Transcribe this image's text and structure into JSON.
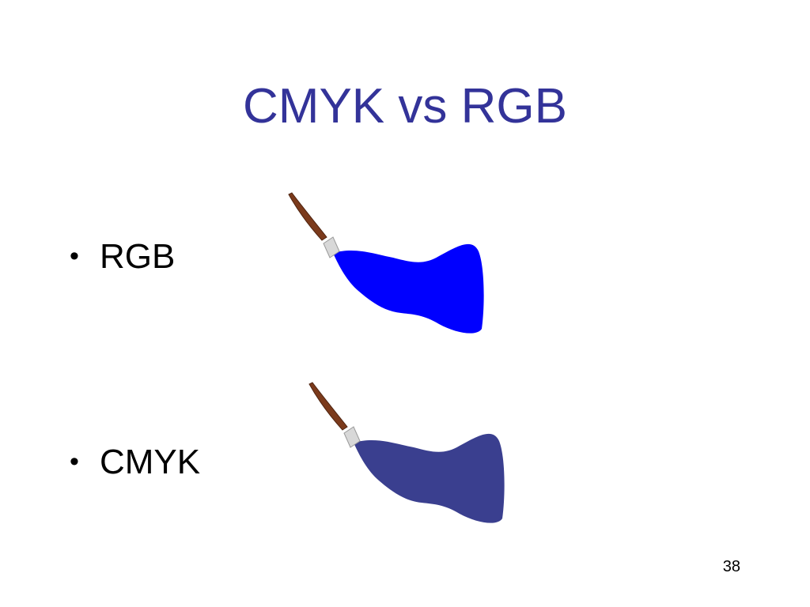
{
  "slide": {
    "title": "CMYK vs RGB",
    "bullets": [
      {
        "label": "RGB",
        "color": "#0000ff"
      },
      {
        "label": "CMYK",
        "color": "#3a3f8f"
      }
    ],
    "page_number": "38"
  },
  "colors": {
    "title": "#333399",
    "brush_handle": "#7b3a1b",
    "brush_ferrule": "#d8d8d8"
  },
  "icons": {
    "rgb_swatch": "paintbrush-stroke-icon",
    "cmyk_swatch": "paintbrush-stroke-icon"
  }
}
